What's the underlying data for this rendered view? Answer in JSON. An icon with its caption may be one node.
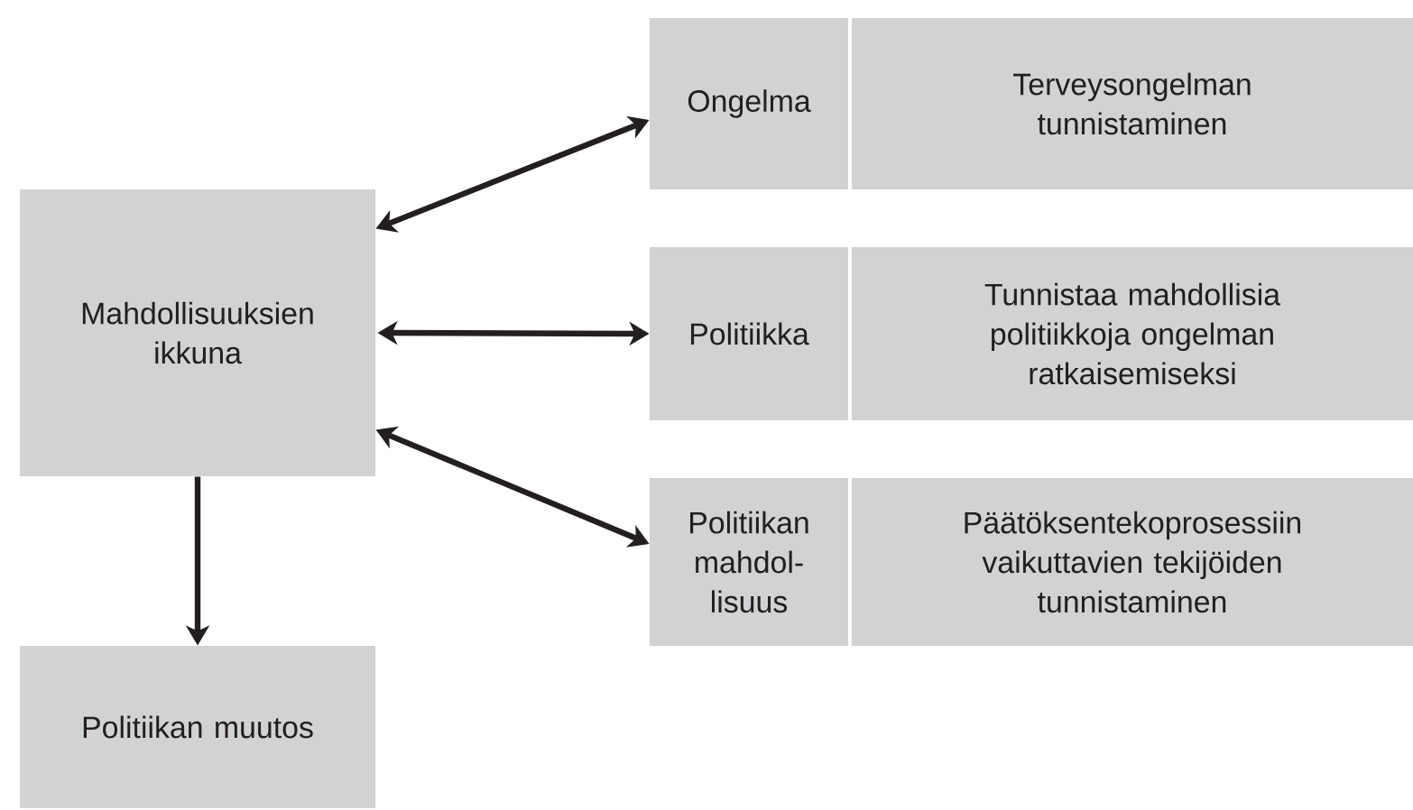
{
  "diagram": {
    "nodes": [
      {
        "text": [
          "Mahdollisuuksien ikkuna"
        ]
      },
      {
        "text": [
          "Politiikan muutos"
        ]
      },
      {
        "text": [
          "Ongelma"
        ]
      },
      {
        "text": [
          "Terveysongelman tunnistaminen"
        ]
      },
      {
        "text": [
          "Politiikka"
        ]
      },
      {
        "text": [
          "Tunnistaa mahdollisia politiikkoja ongelman ratkaisemiseksi"
        ]
      },
      {
        "text": [
          "Politiikan mahdol-lisuus"
        ]
      },
      {
        "text": [
          "Päätöksentekoprosessiin vaikuttavien tekijöiden tunnistaminen"
        ]
      }
    ],
    "edges": [
      {
        "from": 0,
        "to": 2,
        "arrow": "both"
      },
      {
        "from": 0,
        "to": 4,
        "arrow": "both"
      },
      {
        "from": 0,
        "to": 6,
        "arrow": "both"
      },
      {
        "from": 0,
        "to": 1,
        "arrow": "to"
      }
    ]
  }
}
